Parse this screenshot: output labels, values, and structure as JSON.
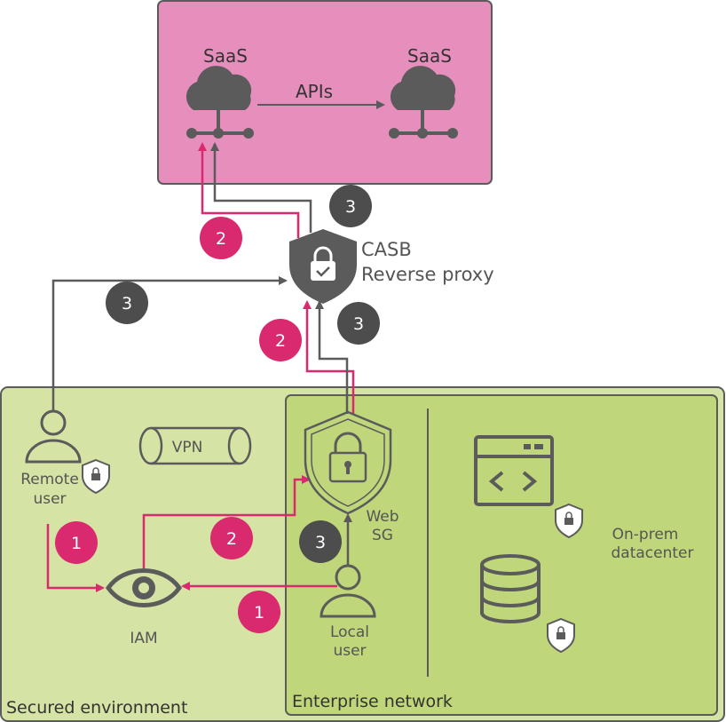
{
  "colors": {
    "saas_bg": "#e68fbd",
    "saas_border": "#5b5b5b",
    "secured_bg": "#d5e3a4",
    "enterprise_bg": "#bfd77a",
    "pink_flow": "#d9296f",
    "gray_flow": "#5b5b5b",
    "badge_dark": "#4d4d4d"
  },
  "saas": {
    "left_label": "SaaS",
    "right_label": "SaaS",
    "apis_label": "APIs"
  },
  "casb": {
    "line1": "CASB",
    "line2": "Reverse proxy"
  },
  "secured_env": {
    "label": "Secured environment"
  },
  "enterprise": {
    "label": "Enterprise network"
  },
  "remote_user": {
    "line1": "Remote",
    "line2": "user"
  },
  "vpn": {
    "label": "VPN"
  },
  "iam": {
    "label": "IAM"
  },
  "web_sg": {
    "line1": "Web",
    "line2": "SG"
  },
  "local_user": {
    "line1": "Local",
    "line2": "user"
  },
  "on_prem": {
    "line1": "On-prem",
    "line2": "datacenter"
  },
  "badges": {
    "pink_2_top": "2",
    "dark_3_top": "3",
    "dark_3_left": "3",
    "pink_2_mid": "2",
    "dark_3_mid": "3",
    "pink_1_left": "1",
    "pink_2_low": "2",
    "dark_3_low": "3",
    "pink_1_low": "1"
  }
}
